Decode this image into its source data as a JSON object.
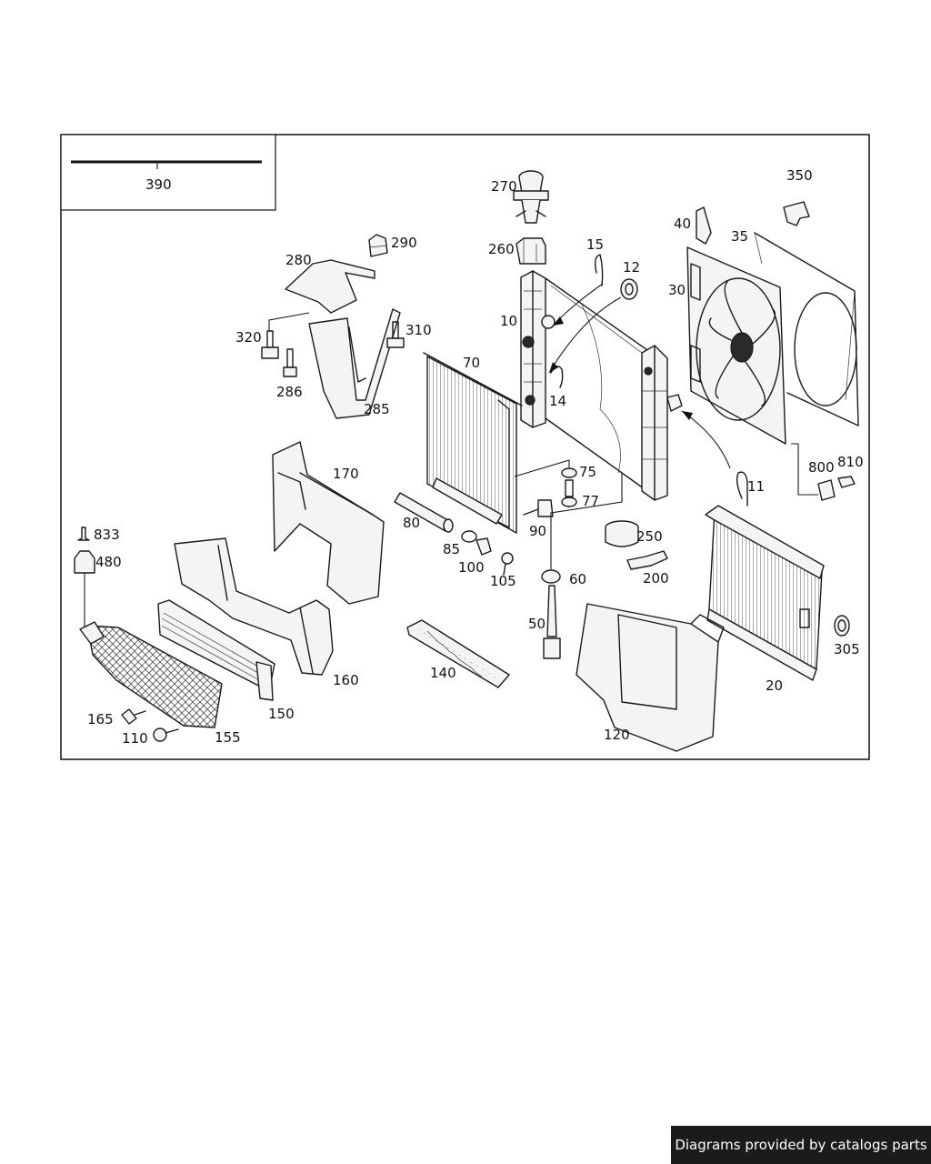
{
  "legend": {
    "number": "390"
  },
  "callouts": {
    "c10": "10",
    "c11": "11",
    "c12": "12",
    "c14": "14",
    "c15": "15",
    "c20": "20",
    "c30": "30",
    "c35": "35",
    "c40": "40",
    "c50": "50",
    "c60": "60",
    "c70": "70",
    "c75": "75",
    "c77": "77",
    "c80": "80",
    "c85": "85",
    "c90": "90",
    "c100": "100",
    "c105": "105",
    "c110": "110",
    "c120": "120",
    "c140": "140",
    "c150": "150",
    "c155": "155",
    "c160": "160",
    "c165": "165",
    "c170": "170",
    "c200": "200",
    "c250": "250",
    "c260": "260",
    "c270": "270",
    "c280": "280",
    "c285": "285",
    "c286": "286",
    "c290": "290",
    "c305": "305",
    "c310": "310",
    "c320": "320",
    "c350": "350",
    "c480": "480",
    "c800": "800",
    "c810": "810",
    "c833": "833"
  },
  "footer": {
    "credit": "Diagrams provided by catalogs parts"
  }
}
